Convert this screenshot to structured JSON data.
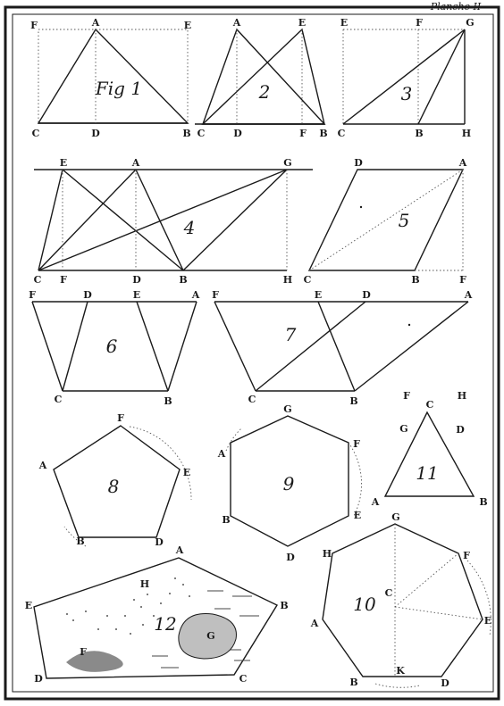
{
  "plate_title": "Planche II",
  "figures": {
    "fig1": {
      "number": "Fig 1",
      "labels": {
        "F": "F",
        "A": "A",
        "E": "E",
        "C": "C",
        "D": "D",
        "B": "B"
      }
    },
    "fig2": {
      "number": "2",
      "labels": {
        "A": "A",
        "E": "E",
        "C": "C",
        "D": "D",
        "F": "F",
        "B": "B"
      }
    },
    "fig3": {
      "number": "3",
      "labels": {
        "E": "E",
        "F": "F",
        "G": "G",
        "C": "C",
        "B": "B",
        "H": "H"
      }
    },
    "fig4": {
      "number": "4",
      "labels": {
        "E": "E",
        "A": "A",
        "G": "G",
        "C": "C",
        "F": "F",
        "D": "D",
        "B": "B",
        "H": "H"
      }
    },
    "fig5": {
      "number": "5",
      "labels": {
        "D": "D",
        "A": "A",
        "C": "C",
        "B": "B",
        "F": "F"
      }
    },
    "fig6": {
      "number": "6",
      "labels": {
        "F": "F",
        "D": "D",
        "E": "E",
        "A": "A",
        "C": "C",
        "B": "B"
      }
    },
    "fig7": {
      "number": "7",
      "labels": {
        "F": "F",
        "E": "E",
        "D": "D",
        "A": "A",
        "C": "C",
        "B": "B"
      }
    },
    "fig8": {
      "number": "8",
      "labels": {
        "F": "F",
        "A": "A",
        "E": "E",
        "B": "B",
        "D": "D"
      }
    },
    "fig9": {
      "number": "9",
      "labels": {
        "G": "G",
        "A": "A",
        "F": "F",
        "B": "B",
        "E": "E",
        "D": "D"
      }
    },
    "fig10": {
      "number": "10",
      "labels": {
        "G": "G",
        "H": "H",
        "F": "F",
        "C": "C",
        "A": "A",
        "E": "E",
        "B": "B",
        "K": "K",
        "D": "D"
      }
    },
    "fig11": {
      "number": "11",
      "labels": {
        "F": "F",
        "C": "C",
        "H": "H",
        "G": "G",
        "D": "D",
        "A": "A",
        "B": "B"
      }
    },
    "fig12": {
      "number": "12",
      "labels": {
        "A": "A",
        "H": "H",
        "E": "E",
        "B": "B",
        "G": "G",
        "F": "F",
        "D": "D",
        "C": "C"
      }
    }
  }
}
